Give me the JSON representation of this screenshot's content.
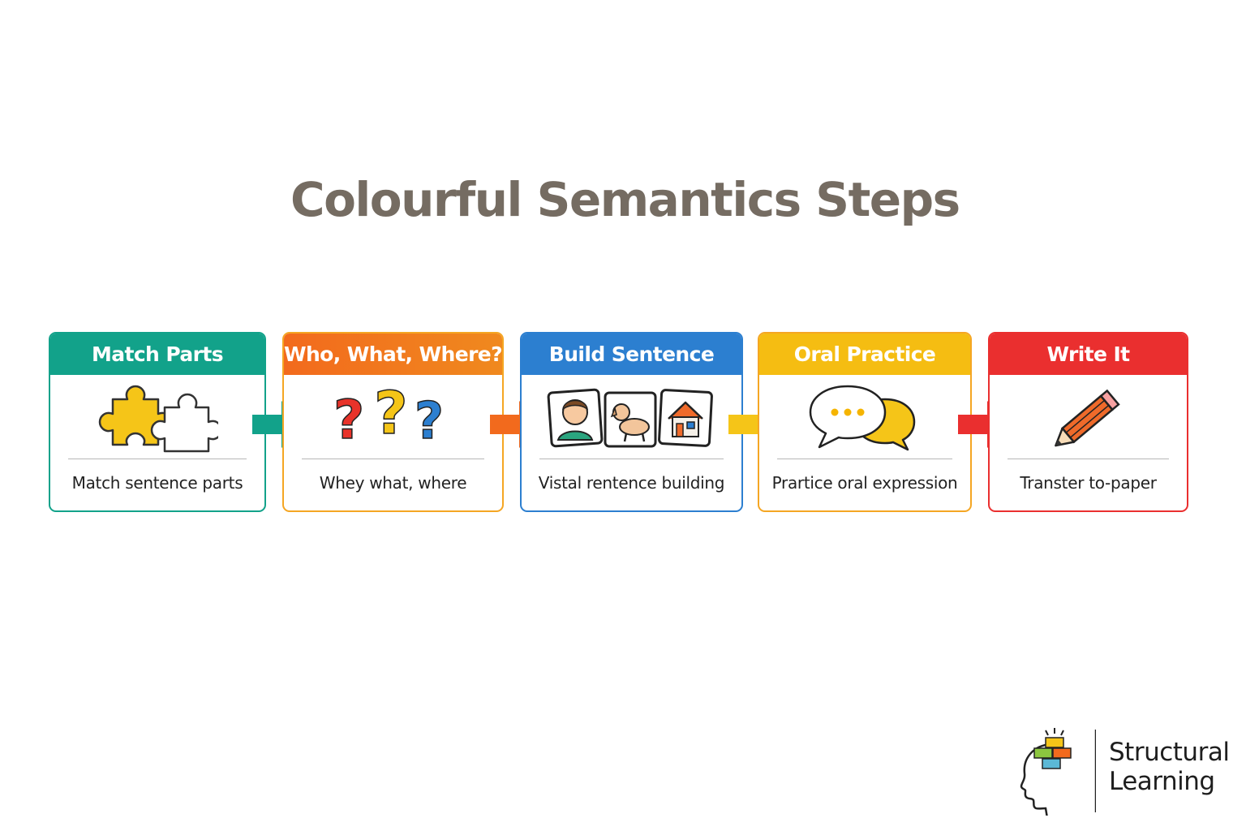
{
  "title": "Colourful Semantics Steps",
  "colors": {
    "title": "#756c62",
    "step1": "#12a28a",
    "step2": "#f26a1d",
    "step3": "#2c7fd0",
    "step4": "#f5bd12",
    "step5": "#ea2f2f"
  },
  "steps": [
    {
      "header": "Match Parts",
      "caption": "Match sentence parts",
      "icon": "puzzle-icon"
    },
    {
      "header": "Who, What, Where?",
      "caption": "Whey what, where",
      "icon": "question-marks-icon"
    },
    {
      "header": "Build Sentence",
      "caption": "Vistal rentence building",
      "icon": "picture-cards-icon"
    },
    {
      "header": "Oral Practice",
      "caption": "Prartice oral expression",
      "icon": "speech-bubbles-icon"
    },
    {
      "header": "Write It",
      "caption": "Transter to-paper",
      "icon": "pencil-icon"
    }
  ],
  "logo": {
    "line1": "Structural",
    "line2": "Learning"
  }
}
